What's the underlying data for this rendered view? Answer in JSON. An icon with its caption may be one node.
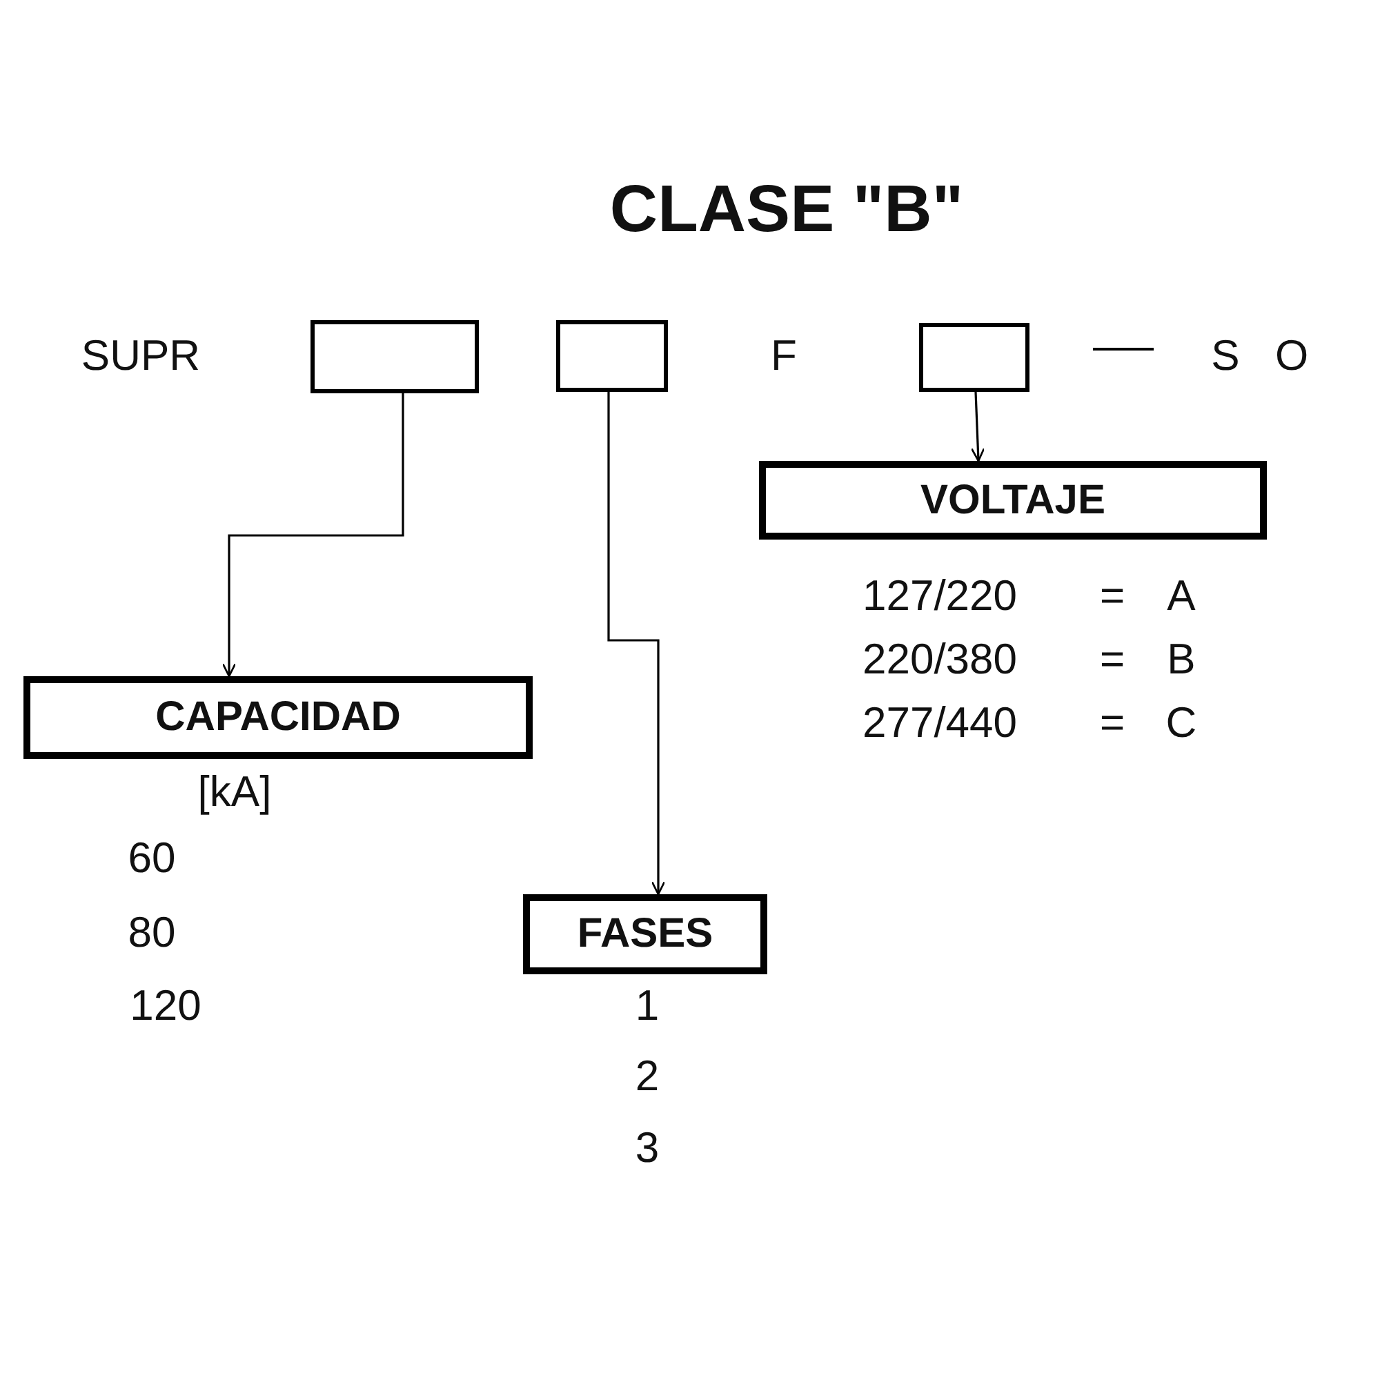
{
  "diagram": {
    "title": "CLASE \"B\"",
    "nodes": [
      {
        "text": [],
        "shape": "box"
      },
      {
        "text": [],
        "shape": "box"
      },
      {
        "text": [],
        "shape": "box"
      },
      {
        "text": [
          "VOLTAJE"
        ]
      },
      {
        "text": [
          "CAPACIDAD"
        ]
      },
      {
        "text": [
          "FASES"
        ]
      }
    ],
    "edges": [
      {
        "from": 0,
        "to": 4,
        "arrow": "to"
      },
      {
        "from": 1,
        "to": 5,
        "arrow": "to"
      },
      {
        "from": 2,
        "to": 3,
        "arrow": "to"
      }
    ],
    "labels": [
      "SUPR",
      "F",
      "S",
      "O",
      "127/220",
      "=",
      "A",
      "220/380",
      "=",
      "B",
      "277/440",
      "=",
      "C",
      "[kA]",
      "60",
      "80",
      "120",
      "1",
      "2",
      "3"
    ]
  }
}
